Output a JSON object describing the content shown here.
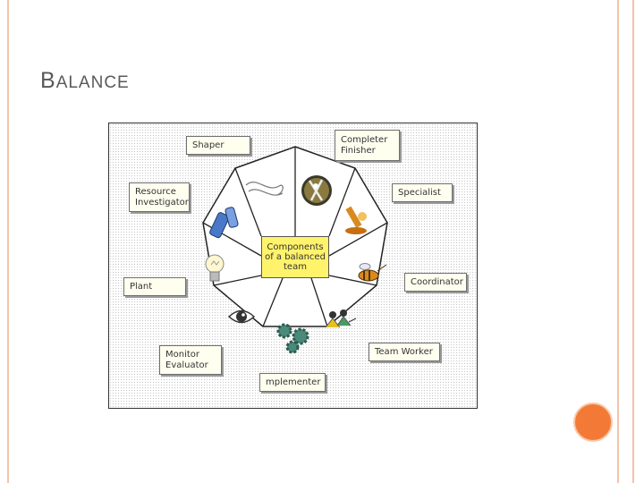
{
  "slide": {
    "title_first": "B",
    "title_rest": "ALANCE"
  },
  "diagram": {
    "center": "Components\nof a balanced\nteam",
    "roles": {
      "shaper": "Shaper",
      "completer": "Completer\nFinisher",
      "resource": "Resource\nInvestigator",
      "specialist": "Specialist",
      "plant": "Plant",
      "coordinator": "Coordinator",
      "monitor": "Monitor\nEvaluator",
      "teamworker": "Team Worker",
      "implementer": "mplementer"
    },
    "icons": [
      "paper-squiggle-icon",
      "compass-tools-icon",
      "phone-icon",
      "microscope-icon",
      "lightbulb-icon",
      "bee-icon",
      "eye-icon",
      "gears-icon",
      "team-people-icon"
    ],
    "colors": {
      "center_fill": "#fff36b",
      "label_fill": "#fffff0",
      "accent": "#f37a36",
      "side_lines": "#f4c2ad"
    }
  }
}
